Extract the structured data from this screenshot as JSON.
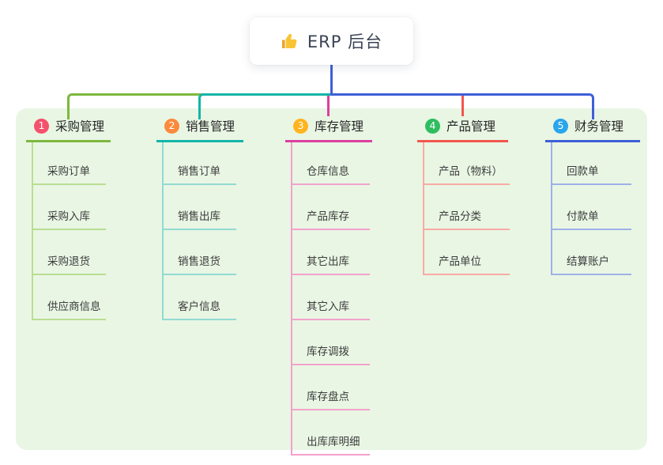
{
  "root": {
    "title": "ERP 后台",
    "icon": "thumbs-up-icon",
    "icon_color": "#f8c434",
    "text_color": "#3b4354"
  },
  "panel": {
    "background": "#e9f6e4"
  },
  "branches": [
    {
      "badge": "1",
      "badge_color": "#f4516c",
      "label": "采购管理",
      "line_color": "#7db83d",
      "line_light": "#b9dd92",
      "children": [
        "采购订单",
        "采购入库",
        "采购退货",
        "供应商信息"
      ]
    },
    {
      "badge": "2",
      "badge_color": "#fb8a3c",
      "label": "销售管理",
      "line_color": "#13b5a7",
      "line_light": "#92dad2",
      "children": [
        "销售订单",
        "销售出库",
        "销售退货",
        "客户信息"
      ]
    },
    {
      "badge": "3",
      "badge_color": "#ffb41f",
      "label": "库存管理",
      "line_color": "#dc3f9f",
      "line_light": "#f2a2cd",
      "children": [
        "仓库信息",
        "产品库存",
        "其它出库",
        "其它入库",
        "库存调拨",
        "库存盘点",
        "出库库明细"
      ]
    },
    {
      "badge": "4",
      "badge_color": "#2fbd5f",
      "label": "产品管理",
      "line_color": "#f2564e",
      "line_light": "#f9aaa4",
      "children": [
        "产品（物料）",
        "产品分类",
        "产品单位"
      ]
    },
    {
      "badge": "5",
      "badge_color": "#29a5ec",
      "label": "财务管理",
      "line_color": "#3f5fd8",
      "line_light": "#9fb0e8",
      "children": [
        "回款单",
        "付款单",
        "结算账户"
      ]
    }
  ]
}
